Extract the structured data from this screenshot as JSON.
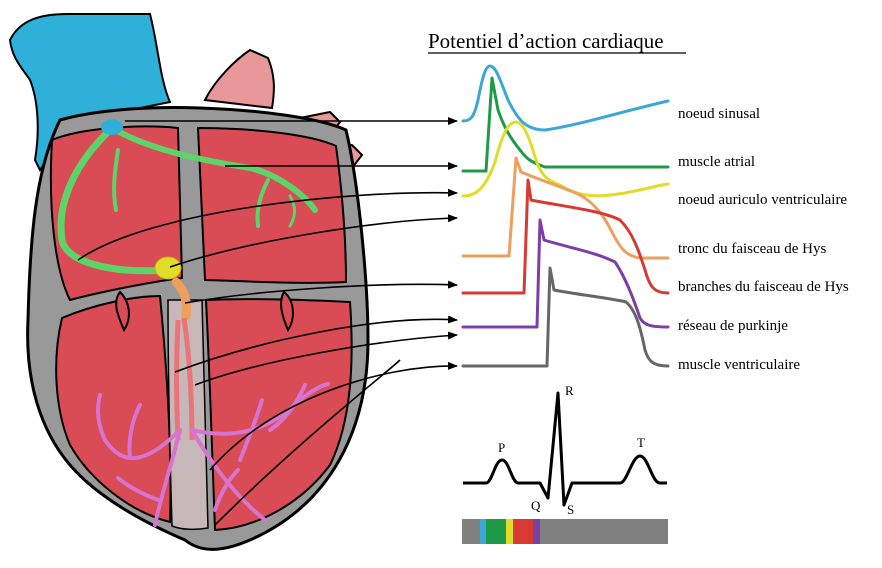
{
  "title": "Potentiel d’action  cardiaque",
  "traces": [
    {
      "label": "noeud sinusal",
      "color": "#3aa7d6"
    },
    {
      "label": "muscle atrial",
      "color": "#1e9a48"
    },
    {
      "label": "noeud auriculo ventriculaire",
      "color": "#e0dc2a"
    },
    {
      "label": "tronc du faisceau de Hys",
      "color": "#eda05e"
    },
    {
      "label": "branches du faisceau de Hys",
      "color": "#d63a32"
    },
    {
      "label": "réseau de purkinje",
      "color": "#7b3fa6"
    },
    {
      "label": "muscle ventriculaire",
      "color": "#666666"
    }
  ],
  "ecg": {
    "labels": {
      "P": "P",
      "Q": "Q",
      "R": "R",
      "S": "S",
      "T": "T"
    }
  },
  "timing_bar": {
    "segments": [
      "#3aa7d6",
      "#1e9a48",
      "#e0dc2a",
      "#d63a32",
      "#7b3fa6"
    ],
    "background": "#808080"
  },
  "heart": {
    "wall_color": "#999999",
    "chamber_color": "#d94c55",
    "vessel_blue": "#2fb0d8",
    "vessel_pink": "#e89898",
    "conduction_green": "#5fd36a",
    "purkinje_color": "#d873d0"
  }
}
